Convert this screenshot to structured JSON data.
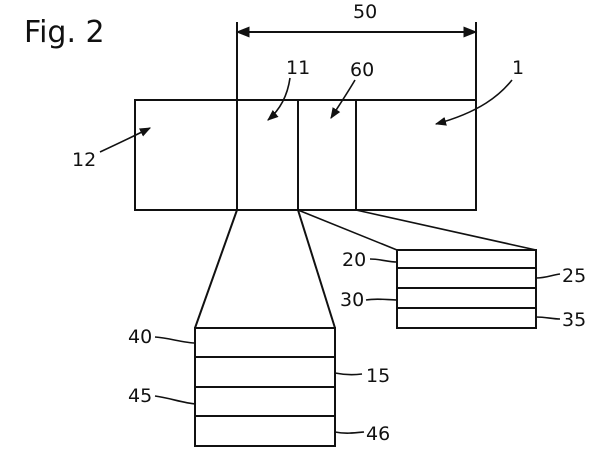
{
  "figure": {
    "title": "Fig. 2",
    "labels": {
      "l1": "1",
      "l11": "11",
      "l12": "12",
      "l15": "15",
      "l20": "20",
      "l25": "25",
      "l30": "30",
      "l35": "35",
      "l40": "40",
      "l45": "45",
      "l46": "46",
      "l50": "50",
      "l60": "60"
    }
  }
}
